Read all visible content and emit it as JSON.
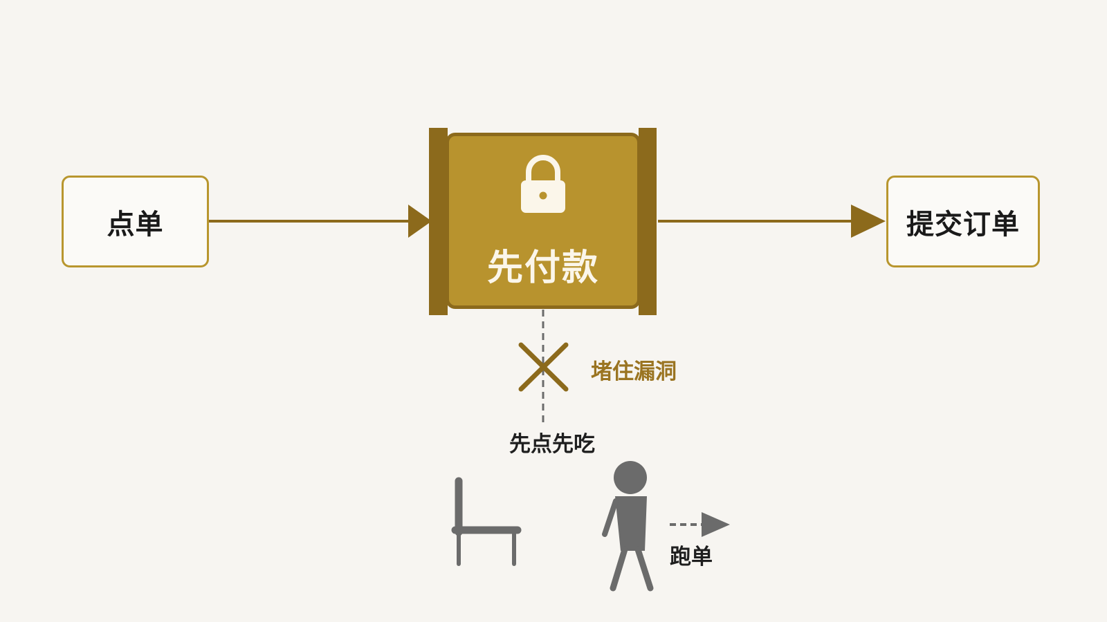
{
  "nodes": {
    "order": "点单",
    "gate": "先付款",
    "submit": "提交订单"
  },
  "annotations": {
    "fix": "堵住漏洞",
    "loophole": "先点先吃",
    "dine_and_dash": "跑单"
  },
  "icons": {
    "gate": "lock-icon",
    "blocked": "cross-icon",
    "chair": "chair-icon",
    "person": "walking-person-icon",
    "leave": "dashed-arrow-icon"
  },
  "colors": {
    "background": "#f7f5f1",
    "accent": "#b8932e",
    "accent_dark": "#8c6a1c",
    "gray": "#6b6b6b",
    "text": "#1f1f1f"
  }
}
